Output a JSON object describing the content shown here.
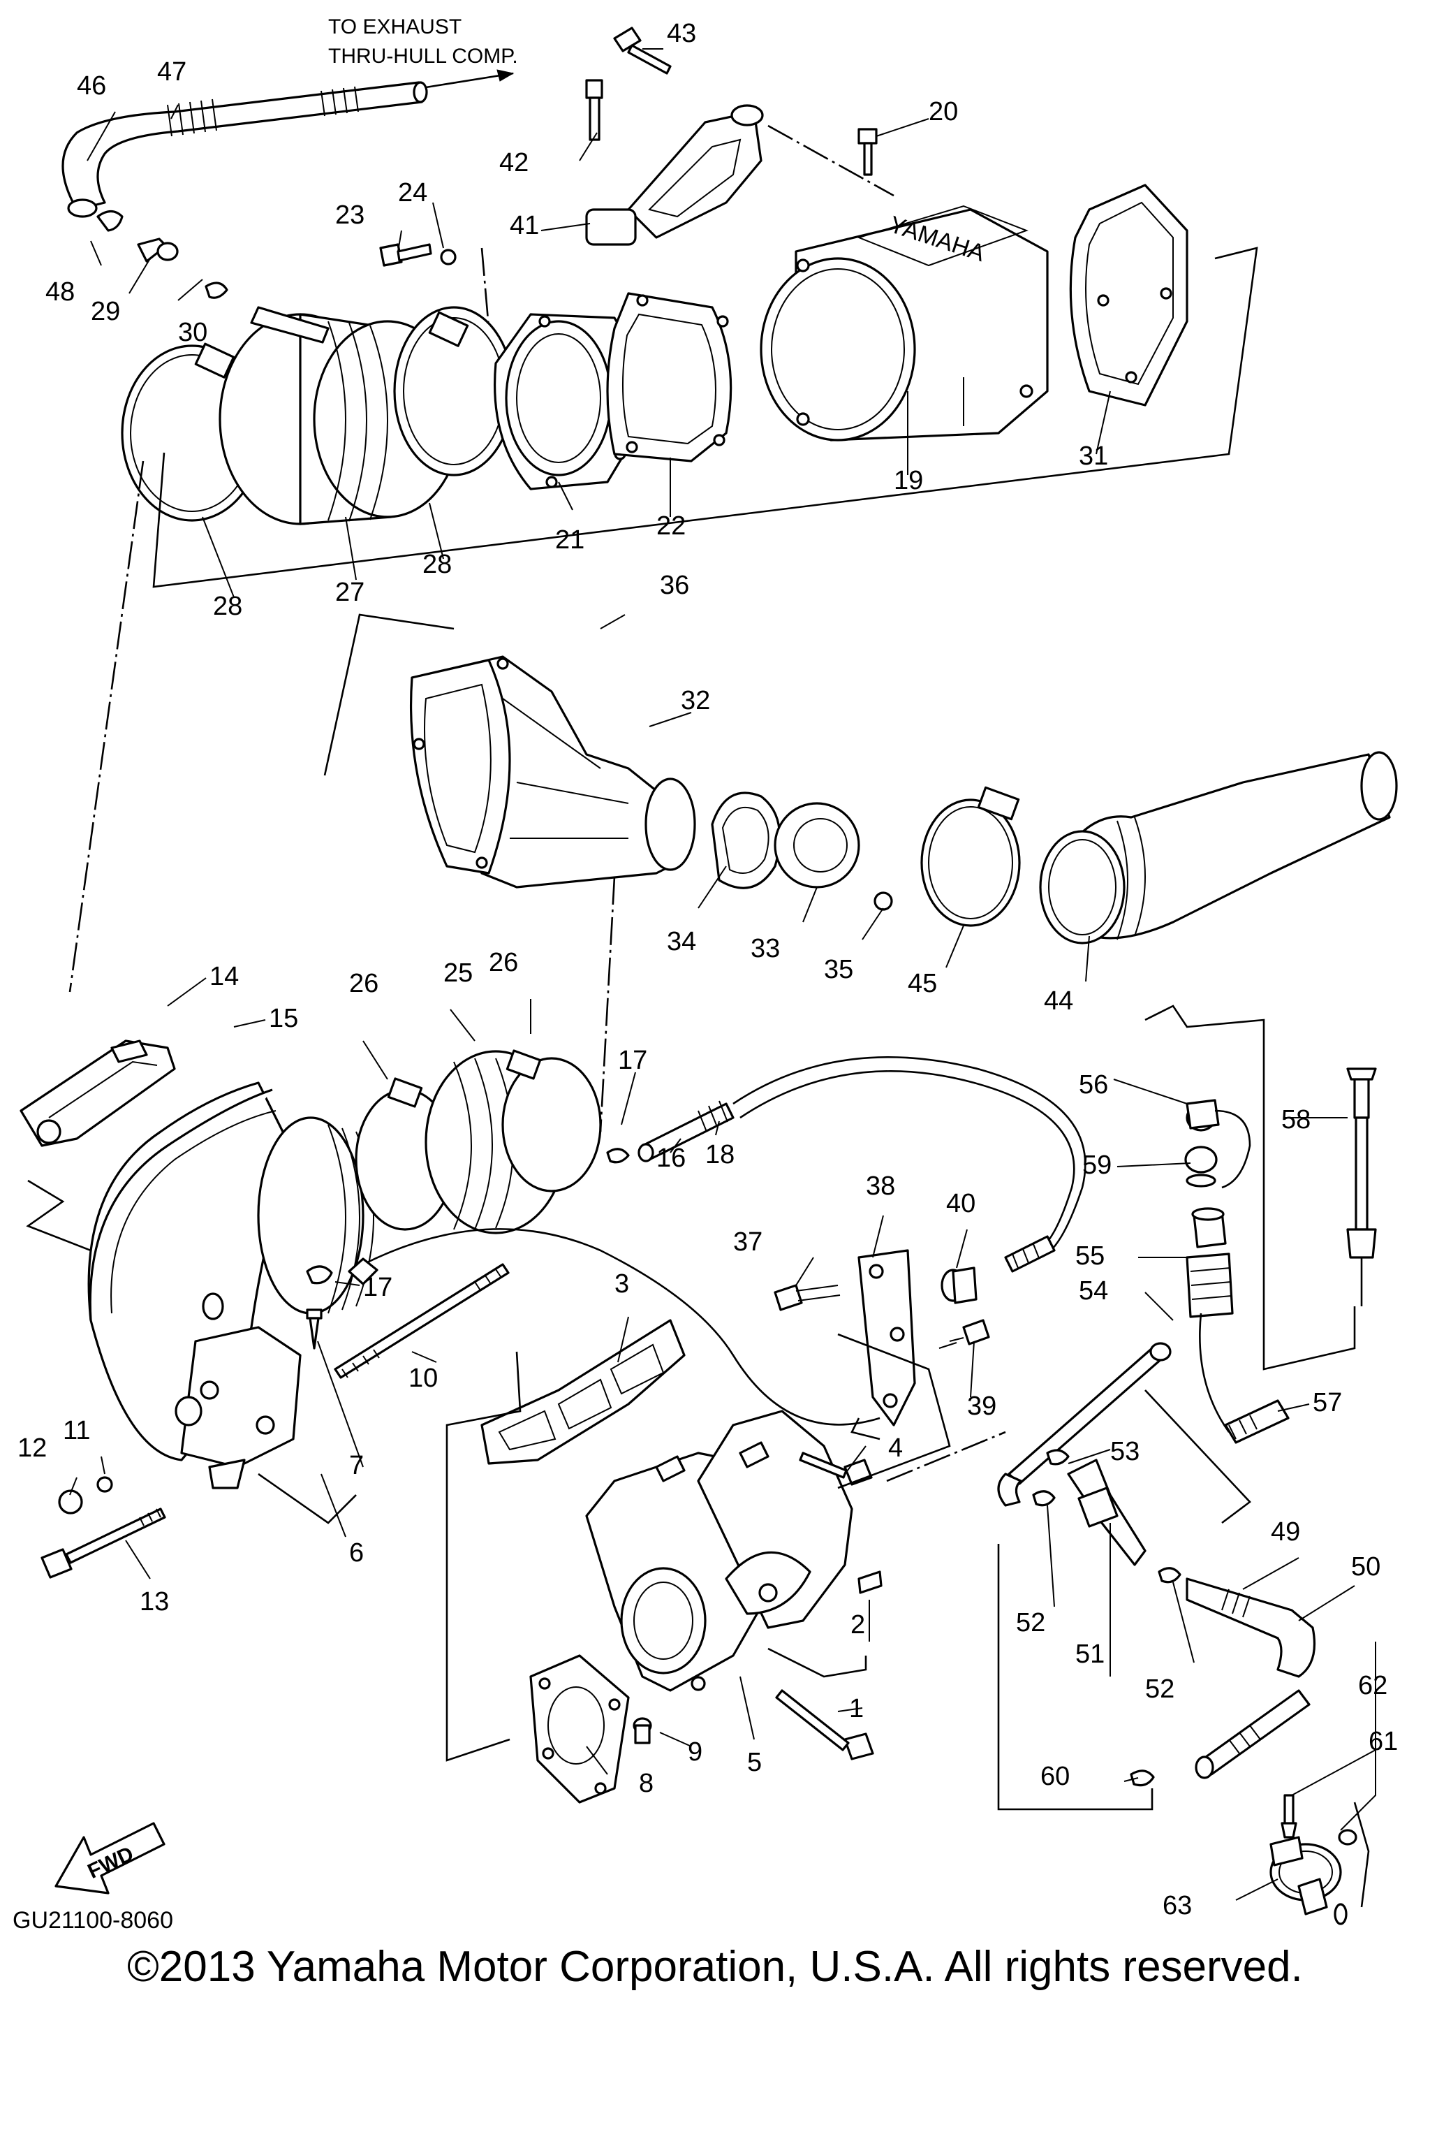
{
  "diagram_code": "GU21100-8060",
  "exhaust_note": [
    "TO EXHAUST",
    "THRU-HULL COMP."
  ],
  "brand_mark": "YAMAHA",
  "fwd_label": "FWD",
  "copyright": "©2013 Yamaha Motor Corporation, U.S.A. All rights reserved.",
  "callouts": [
    "1",
    "2",
    "3",
    "4",
    "5",
    "6",
    "7",
    "8",
    "9",
    "10",
    "11",
    "12",
    "13",
    "14",
    "15",
    "16",
    "17",
    "17",
    "18",
    "19",
    "20",
    "21",
    "22",
    "23",
    "24",
    "25",
    "26",
    "26",
    "27",
    "28",
    "28",
    "28",
    "29",
    "30",
    "31",
    "32",
    "33",
    "34",
    "35",
    "36",
    "37",
    "38",
    "39",
    "40",
    "41",
    "42",
    "43",
    "44",
    "45",
    "46",
    "47",
    "48",
    "49",
    "50",
    "51",
    "52",
    "52",
    "53",
    "54",
    "55",
    "56",
    "57",
    "58",
    "59",
    "60",
    "61",
    "62",
    "63"
  ]
}
